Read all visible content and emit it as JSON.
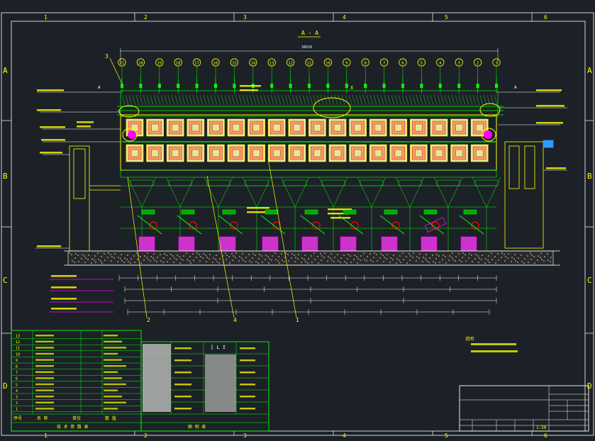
{
  "view_title": "A - A",
  "overall_dim": "34510",
  "grid_cols": [
    "1",
    "2",
    "3",
    "4",
    "5",
    "6"
  ],
  "grid_rows": [
    "A",
    "B",
    "C",
    "D"
  ],
  "bubbles_top": [
    "21",
    "20",
    "19",
    "18",
    "17",
    "16",
    "15",
    "14",
    "13",
    "12",
    "11",
    "10",
    "9",
    "8",
    "7",
    "6",
    "5",
    "4",
    "3",
    "2",
    "1"
  ],
  "leaders": {
    "top_left": "3",
    "b2": "2",
    "b4": "4",
    "b1": "1"
  },
  "dim_labels": {
    "circle_x": "X",
    "left_a": "A",
    "right_a": "A"
  },
  "params_table": {
    "header": [
      "序号",
      "名 称",
      "单位",
      "数 值"
    ],
    "footer": "技 术 参 数 表",
    "rows": [
      {
        "no": "13",
        "name": "",
        "unit": "",
        "val": ""
      },
      {
        "no": "12",
        "name": "",
        "unit": "",
        "val": ""
      },
      {
        "no": "11",
        "name": "",
        "unit": "",
        "val": ""
      },
      {
        "no": "10",
        "name": "",
        "unit": "",
        "val": ""
      },
      {
        "no": "9",
        "name": "",
        "unit": "",
        "val": ""
      },
      {
        "no": "8",
        "name": "",
        "unit": "",
        "val": ""
      },
      {
        "no": "7",
        "name": "",
        "unit": "",
        "val": ""
      },
      {
        "no": "6",
        "name": "",
        "unit": "",
        "val": ""
      },
      {
        "no": "5",
        "name": "",
        "unit": "",
        "val": ""
      },
      {
        "no": "4",
        "name": "",
        "unit": "",
        "val": ""
      },
      {
        "no": "3",
        "name": "",
        "unit": "",
        "val": ""
      },
      {
        "no": "2",
        "name": "",
        "unit": "",
        "val": ""
      },
      {
        "no": "1",
        "name": "",
        "unit": "",
        "val": ""
      }
    ]
  },
  "legend_table": {
    "title": "图 例 表",
    "legend_code": "[ L I",
    "rows": [
      {
        "left_label": "",
        "right_label": ""
      },
      {
        "left_label": "",
        "right_label": ""
      },
      {
        "left_label": "",
        "right_label": ""
      },
      {
        "left_label": "",
        "right_label": ""
      },
      {
        "left_label": "",
        "right_label": ""
      },
      {
        "left_label": "",
        "right_label": ""
      }
    ]
  },
  "notes": {
    "heading": "说明",
    "lines": [
      "",
      ""
    ]
  },
  "title_block": {
    "project": "",
    "drawing_name": "",
    "sheet_no": "",
    "scale": "1:50",
    "sheet_count": "",
    "label_a": "",
    "label_b": ""
  },
  "colors": {
    "background": "#1c2127",
    "frame": "#ffffff",
    "structure": "#00ff00",
    "outline_yellow": "#ffff00",
    "furnace_box": "#ff9966",
    "magenta": "#ff00ff",
    "red": "#ff0000",
    "cyan": "#00ffff",
    "blue": "#3399ff"
  }
}
